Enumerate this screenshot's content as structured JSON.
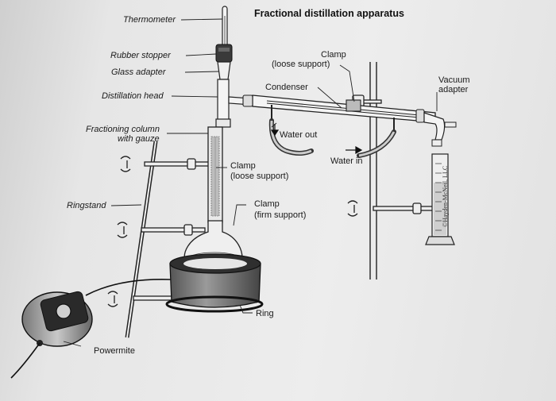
{
  "title": "Fractional distillation apparatus",
  "labels": {
    "thermometer": "Thermometer",
    "rubber_stopper": "Rubber stopper",
    "glass_adapter": "Glass adapter",
    "distillation_head": "Distillation head",
    "fractioning_column_1": "Fractioning column",
    "fractioning_column_2": "with gauze",
    "ringstand": "Ringstand",
    "clamp_top_1": "Clamp",
    "clamp_top_2": "(loose support)",
    "condenser": "Condenser",
    "vacuum_adapter_1": "Vacuum",
    "vacuum_adapter_2": "adapter",
    "water_out": "Water out",
    "water_in": "Water in",
    "clamp_mid_1": "Clamp",
    "clamp_mid_2": "(loose support)",
    "clamp_firm_1": "Clamp",
    "clamp_firm_2": "(firm support)",
    "ring": "Ring",
    "powermite": "Powermite"
  },
  "credit": "©Hayden-McNeil, LLC"
}
